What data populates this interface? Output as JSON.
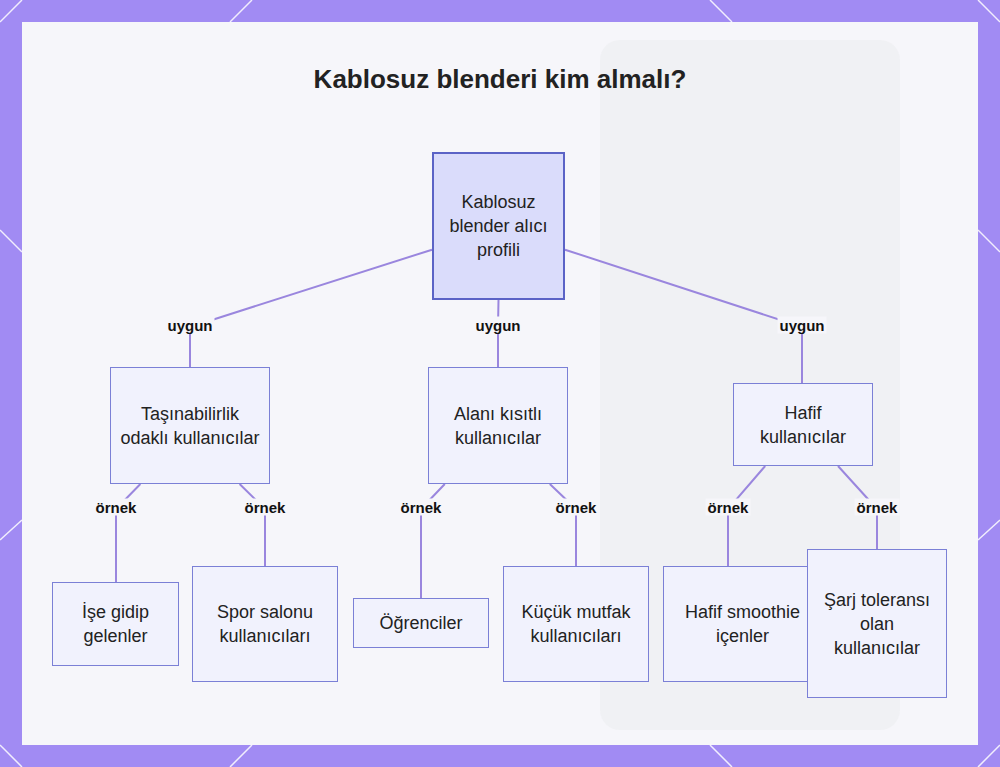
{
  "diagram": {
    "title": "Kablosuz blenderi kim almalı?",
    "nodes": [
      {
        "text": [
          "Kablosuz blender alıcı profili"
        ]
      },
      {
        "text": [
          "Taşınabilirlik odaklı kullanıcılar"
        ]
      },
      {
        "text": [
          "Alanı kısıtlı kullanıcılar"
        ]
      },
      {
        "text": [
          "Hafif kullanıcılar"
        ]
      },
      {
        "text": [
          "İşe gidip gelenler"
        ]
      },
      {
        "text": [
          "Spor salonu kullanıcıları"
        ]
      },
      {
        "text": [
          "Öğrenciler"
        ]
      },
      {
        "text": [
          "Küçük mutfak kullanıcıları"
        ]
      },
      {
        "text": [
          "Hafif smoothie içenler"
        ]
      },
      {
        "text": [
          "Şarj toleransı olan kullanıcılar"
        ]
      }
    ],
    "edges": [
      {
        "from": 0,
        "to": 1,
        "label": "uygun",
        "arrow": "none"
      },
      {
        "from": 0,
        "to": 2,
        "label": "uygun",
        "arrow": "none"
      },
      {
        "from": 0,
        "to": 3,
        "label": "uygun",
        "arrow": "none"
      },
      {
        "from": 1,
        "to": 4,
        "label": "örnek",
        "arrow": "none"
      },
      {
        "from": 1,
        "to": 5,
        "label": "örnek",
        "arrow": "none"
      },
      {
        "from": 2,
        "to": 6,
        "label": "örnek",
        "arrow": "none"
      },
      {
        "from": 2,
        "to": 7,
        "label": "örnek",
        "arrow": "none"
      },
      {
        "from": 3,
        "to": 8,
        "label": "örnek",
        "arrow": "none"
      },
      {
        "from": 3,
        "to": 9,
        "label": "örnek",
        "arrow": "none"
      }
    ]
  }
}
